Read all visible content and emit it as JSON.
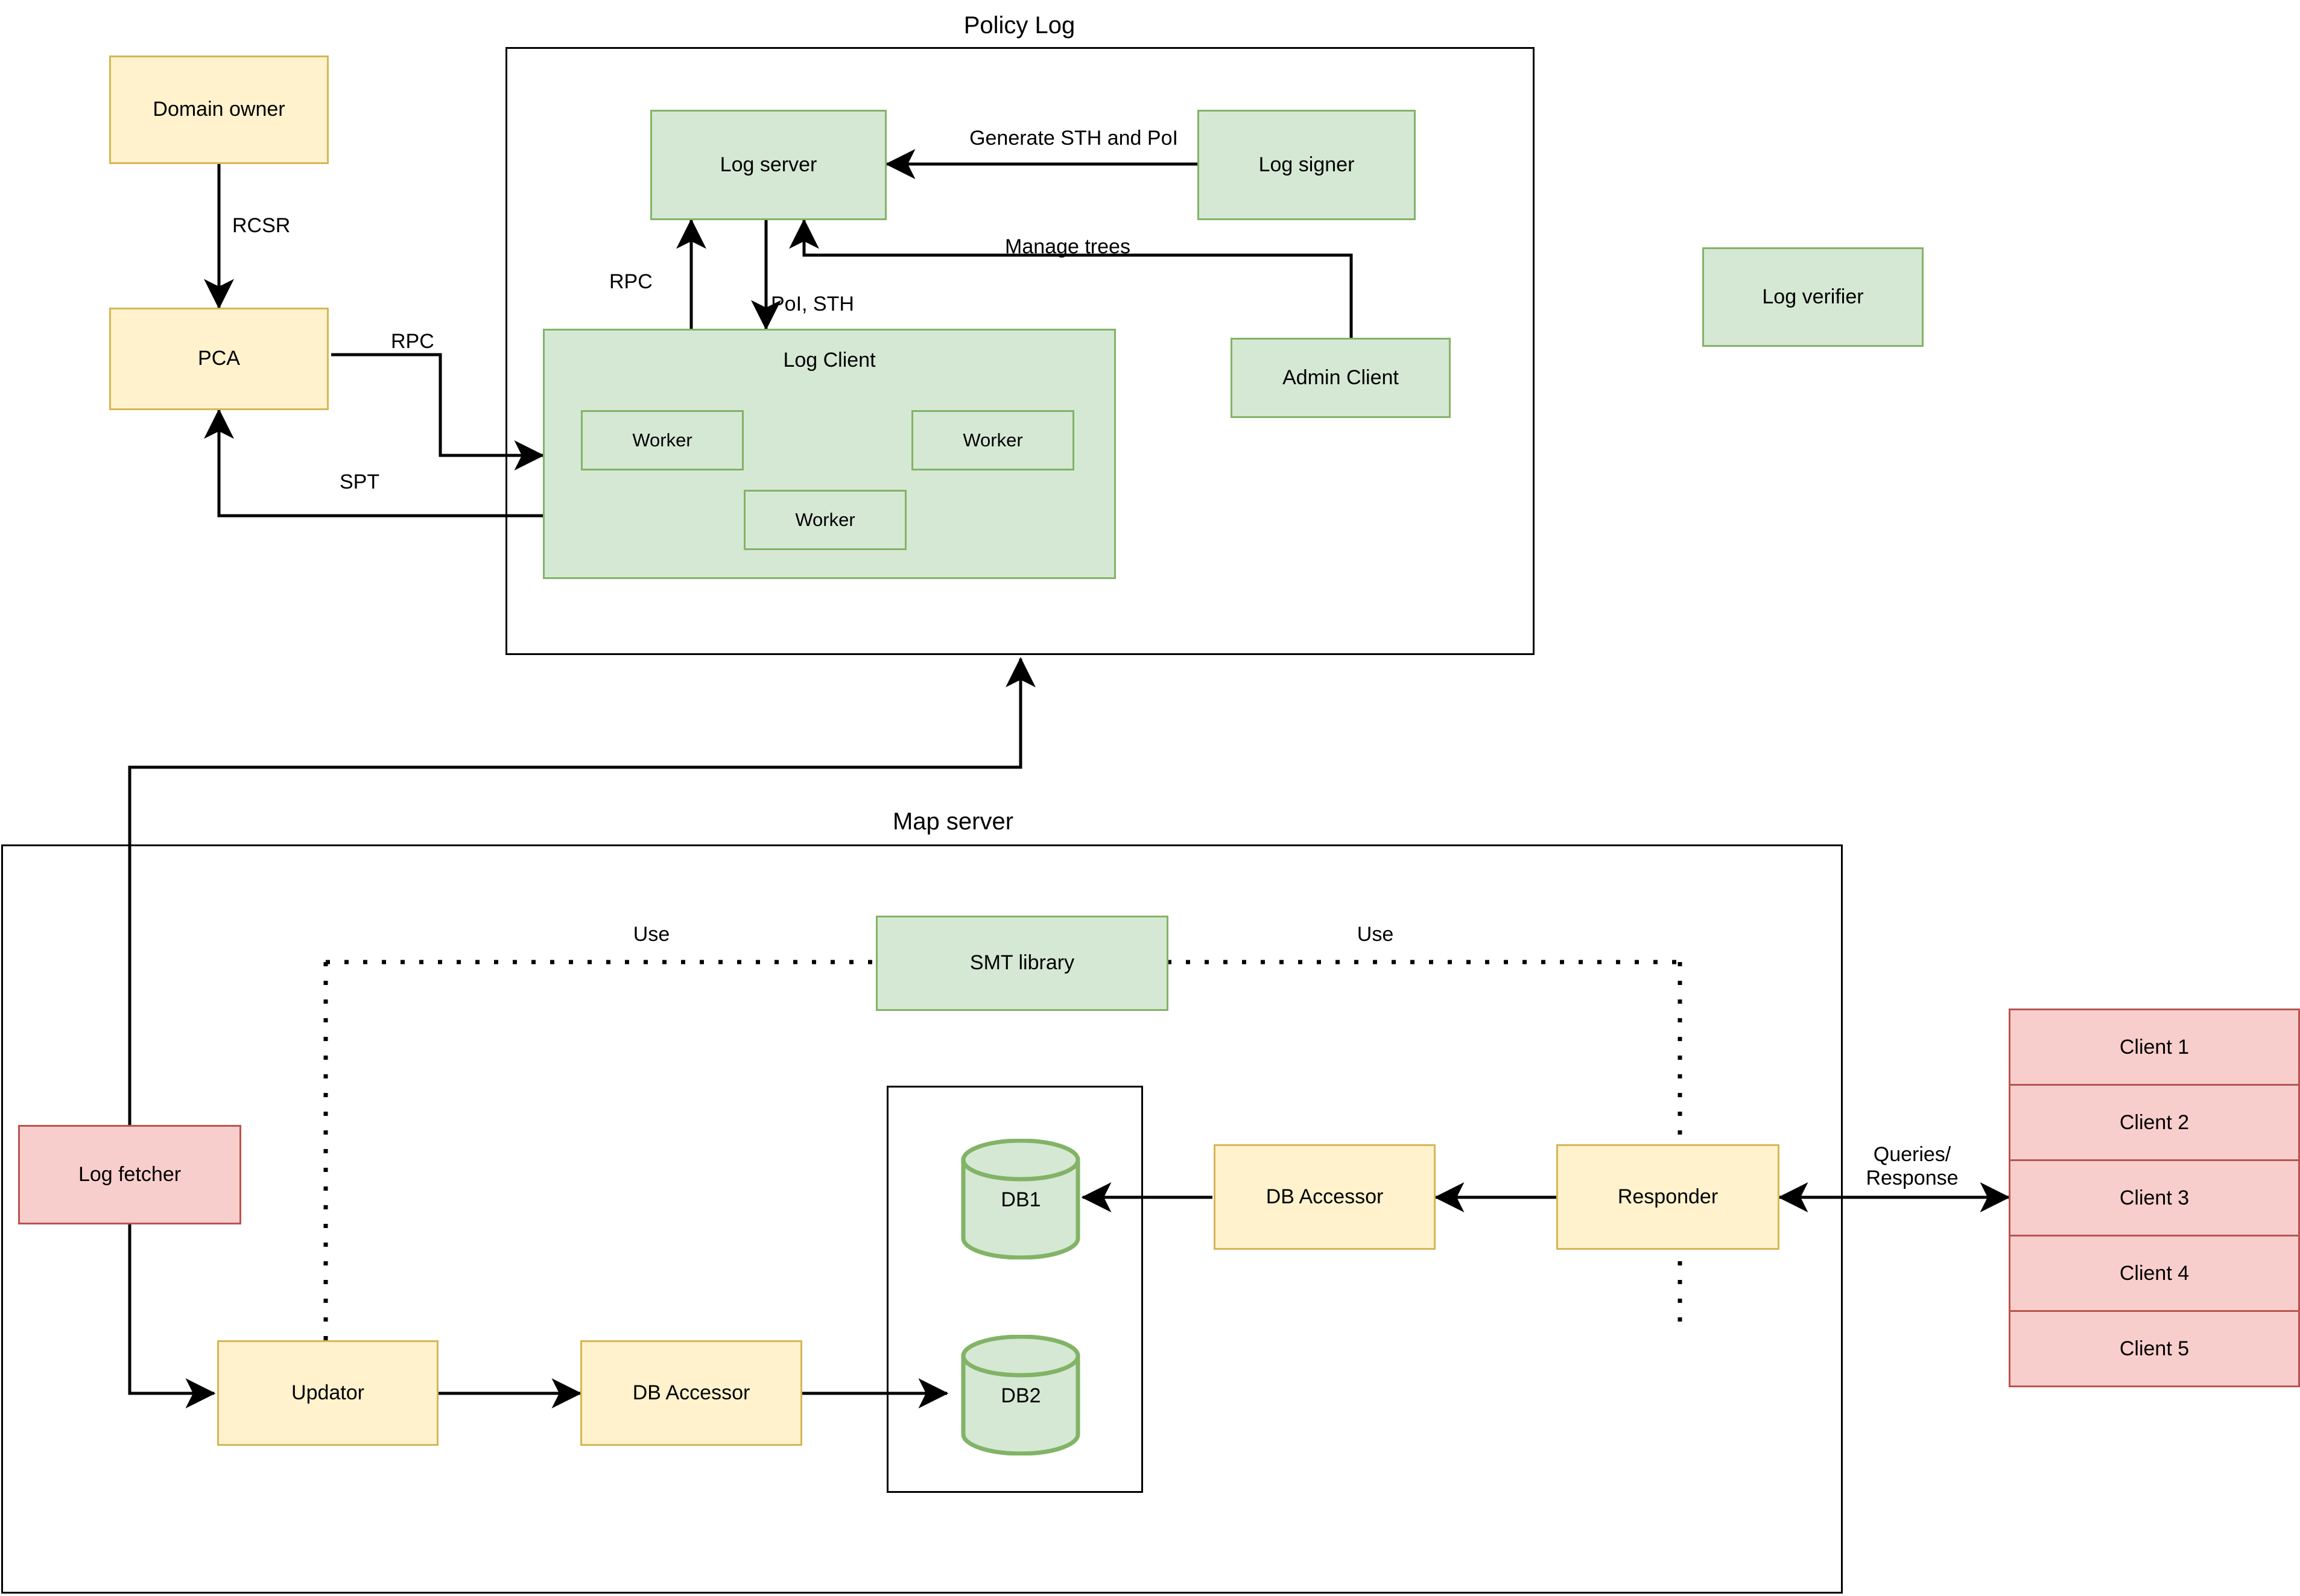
{
  "diagram": {
    "title_policy_log": "Policy Log",
    "title_map_server": "Map server"
  },
  "colors": {
    "green_fill": "#d5e8d4",
    "green_border": "#82b366",
    "yellow_fill": "#fff2cc",
    "yellow_border": "#d6b656",
    "pink_fill": "#f8cecc",
    "pink_border": "#b85450",
    "line": "#000000"
  },
  "nodes": {
    "domain_owner": "Domain owner",
    "pca": "PCA",
    "log_server": "Log server",
    "log_signer": "Log signer",
    "log_client": "Log Client",
    "worker_left": "Worker",
    "worker_right": "Worker",
    "worker_bottom": "Worker",
    "admin_client": "Admin Client",
    "log_verifier": "Log verifier",
    "log_fetcher": "Log fetcher",
    "updator": "Updator",
    "db_accessor_lower": "DB Accessor",
    "db_accessor_upper": "DB Accessor",
    "responder": "Responder",
    "smt_library": "SMT library",
    "db1": "DB1",
    "db2": "DB2"
  },
  "edge_labels": {
    "rcsr": "RCSR",
    "rpc_pca": "RPC",
    "spt": "SPT",
    "rpc_logclient": "RPC",
    "poi_sth": "PoI, STH",
    "generate_sth_poi": "Generate STH and PoI",
    "manage_trees": "Manage trees",
    "use_left": "Use",
    "use_right": "Use",
    "queries_response": "Queries/\nResponse"
  },
  "clients": {
    "items": [
      "Client 1",
      "Client 2",
      "Client 3",
      "Client 4",
      "Client 5"
    ]
  }
}
